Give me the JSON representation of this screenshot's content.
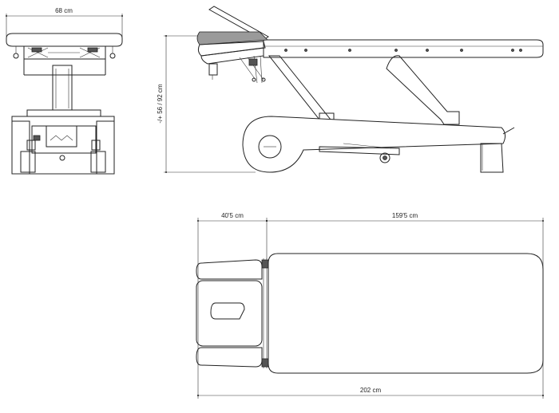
{
  "dimensions": {
    "front_width": "68 cm",
    "height_range": "-/+ 56 / 92 cm",
    "head_section": "40'5 cm",
    "body_section": "159'5 cm",
    "total_length": "202 cm"
  },
  "colors": {
    "line": "#222222",
    "shade": "#555555",
    "background": "#ffffff"
  }
}
